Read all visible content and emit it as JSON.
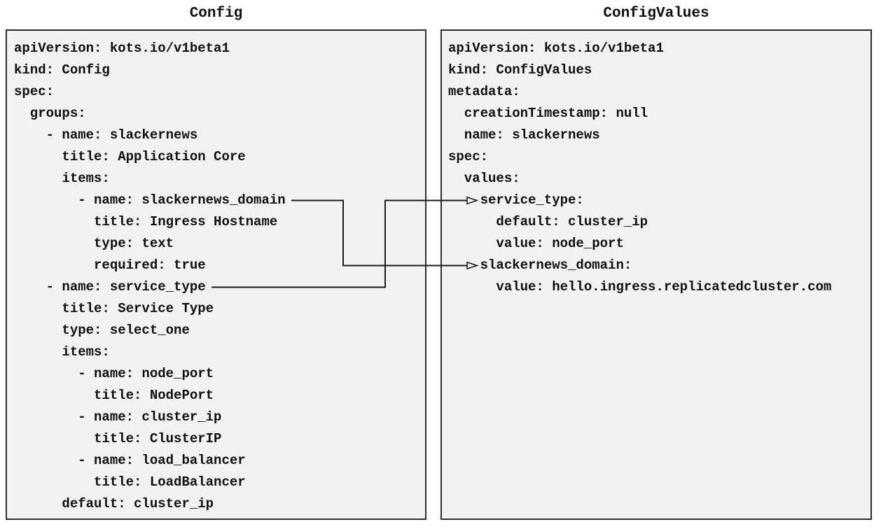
{
  "left_panel": {
    "title": "Config",
    "lines": [
      "apiVersion: kots.io/v1beta1",
      "kind: Config",
      "spec:",
      "  groups:",
      "    - name: slackernews",
      "      title: Application Core",
      "      items:",
      "        - name: slackernews_domain",
      "          title: Ingress Hostname",
      "          type: text",
      "          required: true",
      "    - name: service_type",
      "      title: Service Type",
      "      type: select_one",
      "      items:",
      "        - name: node_port",
      "          title: NodePort",
      "        - name: cluster_ip",
      "          title: ClusterIP",
      "        - name: load_balancer",
      "          title: LoadBalancer",
      "      default: cluster_ip"
    ]
  },
  "right_panel": {
    "title": "ConfigValues",
    "lines": [
      "apiVersion: kots.io/v1beta1",
      "kind: ConfigValues",
      "metadata:",
      "  creationTimestamp: null",
      "  name: slackernews",
      "spec:",
      "  values:",
      "    service_type:",
      "      default: cluster_ip",
      "      value: node_port",
      "    slackernews_domain:",
      "      value: hello.ingress.replicatedcluster.com"
    ]
  },
  "connections": [
    {
      "from": "Config item slackernews_domain",
      "to": "ConfigValues value slackernews_domain"
    },
    {
      "from": "Config item service_type",
      "to": "ConfigValues value service_type"
    }
  ],
  "colors": {
    "panel_background": "#f2f2f2",
    "panel_border": "#2e2e2e",
    "connector": "#1a1a1a",
    "text": "#0f0f0f",
    "page_background": "#ffffff"
  }
}
